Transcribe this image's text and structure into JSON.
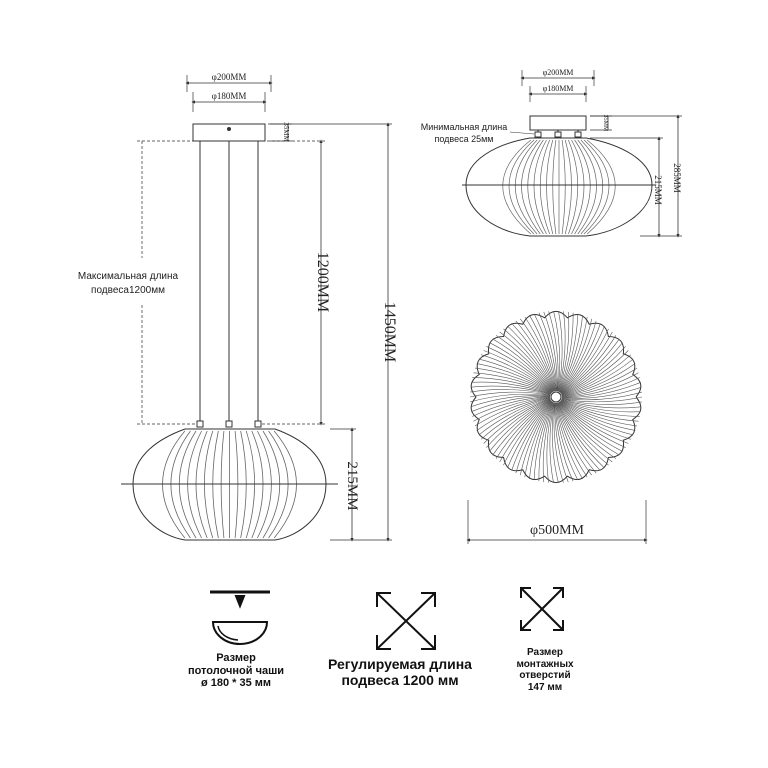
{
  "dimensions": {
    "canopy_outer": "φ200MM",
    "canopy_inner": "φ180MM",
    "canopy_height": "35MM",
    "cable_length": "1200MM",
    "total_height": "1450MM",
    "shade_height": "215MM",
    "side_total_height": "285MM",
    "diameter": "φ500MM"
  },
  "notes": {
    "max_length": [
      "Максимальная длина",
      "подвеса1200мм"
    ],
    "min_length": [
      "Минимальная длина",
      "подвеса 25мм"
    ]
  },
  "legend": [
    {
      "icon": "ceiling-canopy-icon",
      "lines": [
        "Размер",
        "потолочной чаши",
        "ø 180 * 35 мм"
      ]
    },
    {
      "icon": "adjustable-length-icon",
      "lines": [
        "Регулируемая длина",
        "подвеса 1200 мм"
      ]
    },
    {
      "icon": "mounting-holes-icon",
      "lines": [
        "Размер",
        "монтажных",
        "отверстий",
        "147 мм"
      ]
    }
  ],
  "colors": {
    "line": "#333333",
    "shade": "#555555"
  }
}
